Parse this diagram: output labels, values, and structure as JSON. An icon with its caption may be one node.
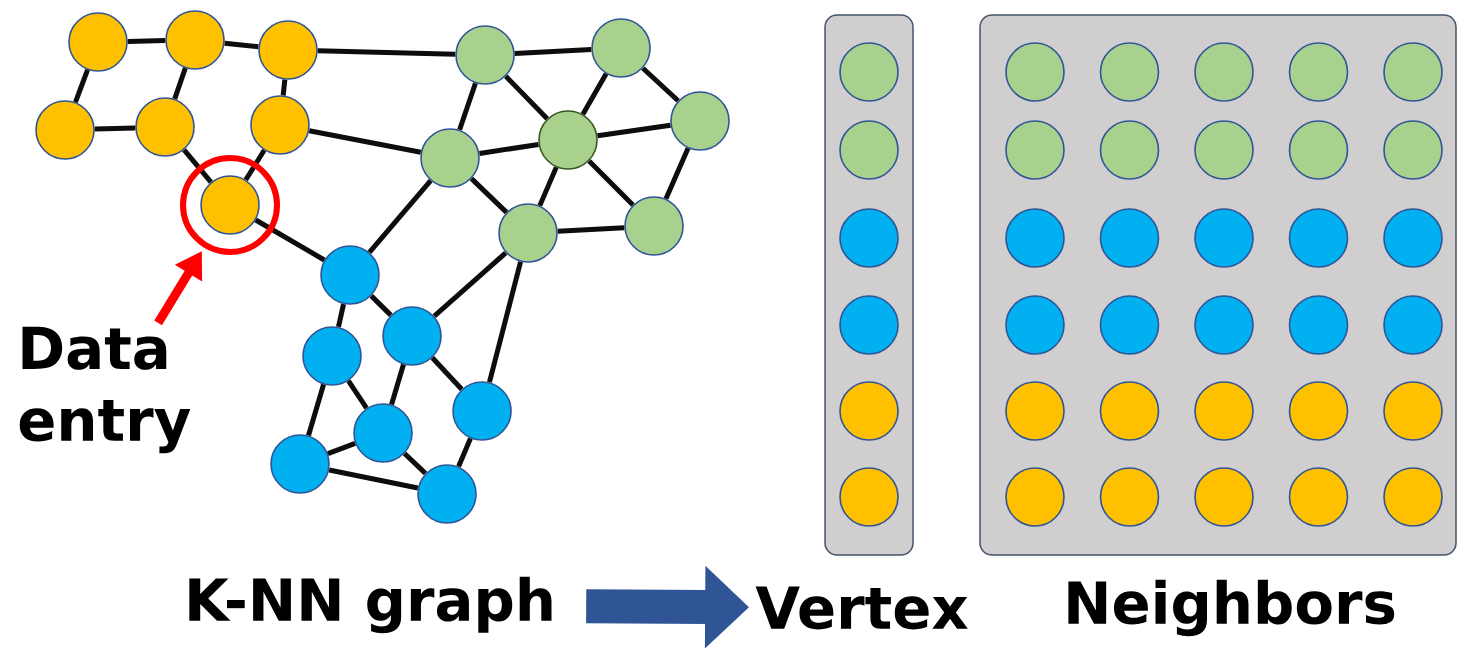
{
  "diagram": {
    "nodes": [
      {
        "text": [],
        "shape": "circle"
      },
      {
        "text": [],
        "shape": "circle"
      },
      {
        "text": [],
        "shape": "circle"
      },
      {
        "text": [],
        "shape": "circle"
      },
      {
        "text": [],
        "shape": "circle"
      },
      {
        "text": [],
        "shape": "circle"
      },
      {
        "text": [],
        "shape": "circle"
      },
      {
        "text": [],
        "shape": "circle"
      },
      {
        "text": [],
        "shape": "circle"
      },
      {
        "text": [],
        "shape": "circle"
      },
      {
        "text": [],
        "shape": "circle"
      },
      {
        "text": [],
        "shape": "circle"
      },
      {
        "text": [],
        "shape": "circle"
      },
      {
        "text": [],
        "shape": "circle"
      },
      {
        "text": [],
        "shape": "circle"
      },
      {
        "text": [],
        "shape": "circle"
      },
      {
        "text": [],
        "shape": "circle"
      },
      {
        "text": [],
        "shape": "circle"
      },
      {
        "text": [],
        "shape": "circle"
      },
      {
        "text": [],
        "shape": "circle"
      },
      {
        "text": [],
        "shape": "circle"
      },
      {
        "text": [
          "Data entry"
        ]
      },
      {
        "text": [
          "K-NN graph"
        ]
      },
      {
        "text": [
          "Vertex"
        ]
      },
      {
        "text": [],
        "shape": "circle",
        "in": 23
      },
      {
        "text": [],
        "shape": "circle",
        "in": 23
      },
      {
        "text": [],
        "shape": "circle",
        "in": 23
      },
      {
        "text": [],
        "shape": "circle",
        "in": 23
      },
      {
        "text": [],
        "shape": "circle",
        "in": 23
      },
      {
        "text": [],
        "shape": "circle",
        "in": 23
      },
      {
        "text": [
          "Neighbors"
        ]
      },
      {
        "text": [],
        "shape": "circle",
        "in": 30
      },
      {
        "text": [],
        "shape": "circle",
        "in": 30
      },
      {
        "text": [],
        "shape": "circle",
        "in": 30
      },
      {
        "text": [],
        "shape": "circle",
        "in": 30
      },
      {
        "text": [],
        "shape": "circle",
        "in": 30
      },
      {
        "text": [],
        "shape": "circle",
        "in": 30
      },
      {
        "text": [],
        "shape": "circle",
        "in": 30
      },
      {
        "text": [],
        "shape": "circle",
        "in": 30
      },
      {
        "text": [],
        "shape": "circle",
        "in": 30
      },
      {
        "text": [],
        "shape": "circle",
        "in": 30
      },
      {
        "text": [],
        "shape": "circle",
        "in": 30
      },
      {
        "text": [],
        "shape": "circle",
        "in": 30
      },
      {
        "text": [],
        "shape": "circle",
        "in": 30
      },
      {
        "text": [],
        "shape": "circle",
        "in": 30
      },
      {
        "text": [],
        "shape": "circle",
        "in": 30
      },
      {
        "text": [],
        "shape": "circle",
        "in": 30
      },
      {
        "text": [],
        "shape": "circle",
        "in": 30
      },
      {
        "text": [],
        "shape": "circle",
        "in": 30
      },
      {
        "text": [],
        "shape": "circle",
        "in": 30
      },
      {
        "text": [],
        "shape": "circle",
        "in": 30
      },
      {
        "text": [],
        "shape": "circle",
        "in": 30
      },
      {
        "text": [],
        "shape": "circle",
        "in": 30
      },
      {
        "text": [],
        "shape": "circle",
        "in": 30
      },
      {
        "text": [],
        "shape": "circle",
        "in": 30
      },
      {
        "text": [],
        "shape": "circle",
        "in": 30
      },
      {
        "text": [],
        "shape": "circle",
        "in": 30
      },
      {
        "text": [],
        "shape": "circle",
        "in": 30
      },
      {
        "text": [],
        "shape": "circle",
        "in": 30
      },
      {
        "text": [],
        "shape": "circle",
        "in": 30
      },
      {
        "text": [],
        "shape": "circle",
        "in": 30
      }
    ],
    "edges": [
      {
        "from": 0,
        "to": 1,
        "arrow": "none"
      },
      {
        "from": 1,
        "to": 2,
        "arrow": "none"
      },
      {
        "from": 0,
        "to": 3,
        "arrow": "none"
      },
      {
        "from": 3,
        "to": 4,
        "arrow": "none"
      },
      {
        "from": 1,
        "to": 4,
        "arrow": "none"
      },
      {
        "from": 2,
        "to": 5,
        "arrow": "none"
      },
      {
        "from": 4,
        "to": 6,
        "arrow": "none"
      },
      {
        "from": 5,
        "to": 6,
        "arrow": "none"
      },
      {
        "from": 2,
        "to": 7,
        "arrow": "none"
      },
      {
        "from": 5,
        "to": 9,
        "arrow": "none"
      },
      {
        "from": 6,
        "to": 14,
        "arrow": "none"
      },
      {
        "from": 7,
        "to": 8,
        "arrow": "none"
      },
      {
        "from": 7,
        "to": 9,
        "arrow": "none"
      },
      {
        "from": 7,
        "to": 10,
        "arrow": "none"
      },
      {
        "from": 8,
        "to": 10,
        "arrow": "none"
      },
      {
        "from": 8,
        "to": 11,
        "arrow": "none"
      },
      {
        "from": 9,
        "to": 10,
        "arrow": "none"
      },
      {
        "from": 10,
        "to": 11,
        "arrow": "none"
      },
      {
        "from": 9,
        "to": 12,
        "arrow": "none"
      },
      {
        "from": 10,
        "to": 12,
        "arrow": "none"
      },
      {
        "from": 10,
        "to": 13,
        "arrow": "none"
      },
      {
        "from": 11,
        "to": 13,
        "arrow": "none"
      },
      {
        "from": 12,
        "to": 13,
        "arrow": "none"
      },
      {
        "from": 12,
        "to": 15,
        "arrow": "none"
      },
      {
        "from": 12,
        "to": 17,
        "arrow": "none"
      },
      {
        "from": 9,
        "to": 14,
        "arrow": "none"
      },
      {
        "from": 14,
        "to": 16,
        "arrow": "none"
      },
      {
        "from": 14,
        "to": 15,
        "arrow": "none"
      },
      {
        "from": 16,
        "to": 19,
        "arrow": "none"
      },
      {
        "from": 16,
        "to": 18,
        "arrow": "none"
      },
      {
        "from": 15,
        "to": 18,
        "arrow": "none"
      },
      {
        "from": 15,
        "to": 17,
        "arrow": "none"
      },
      {
        "from": 19,
        "to": 18,
        "arrow": "none"
      },
      {
        "from": 18,
        "to": 20,
        "arrow": "none"
      },
      {
        "from": 19,
        "to": 20,
        "arrow": "none"
      },
      {
        "from": 17,
        "to": 20,
        "arrow": "none"
      },
      {
        "from": 21,
        "to": 6,
        "arrow": "to",
        "style": "thick",
        "color": "#ff0000"
      },
      {
        "from": 22,
        "to": 23,
        "arrow": "to",
        "style": "thick",
        "color": "#2f5597"
      }
    ]
  }
}
